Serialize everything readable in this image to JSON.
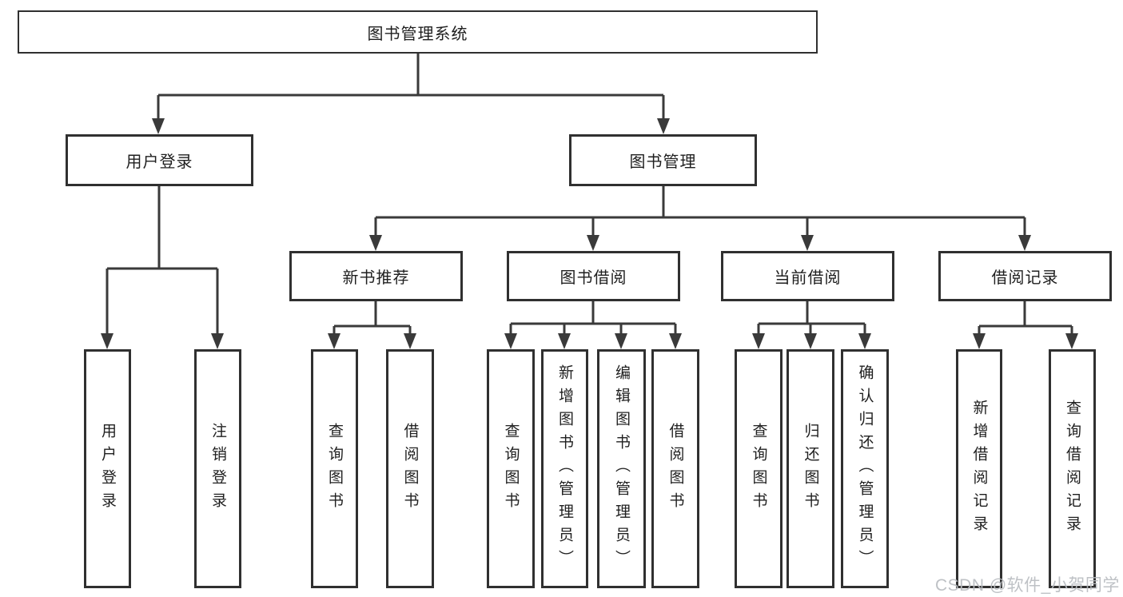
{
  "diagram": {
    "root": {
      "label": "图书管理系统"
    },
    "branches": [
      {
        "label": "用户登录",
        "children": [
          {
            "label": "用户登录"
          },
          {
            "label": "注销登录"
          }
        ]
      },
      {
        "label": "图书管理",
        "children": [
          {
            "label": "新书推荐",
            "children": [
              {
                "label": "查询图书"
              },
              {
                "label": "借阅图书"
              }
            ]
          },
          {
            "label": "图书借阅",
            "children": [
              {
                "label": "查询图书"
              },
              {
                "label": "新增图书（管理员）"
              },
              {
                "label": "编辑图书（管理员）"
              },
              {
                "label": "借阅图书"
              }
            ]
          },
          {
            "label": "当前借阅",
            "children": [
              {
                "label": "查询图书"
              },
              {
                "label": "归还图书"
              },
              {
                "label": "确认归还（管理员）"
              }
            ]
          },
          {
            "label": "借阅记录",
            "children": [
              {
                "label": "新增借阅记录"
              },
              {
                "label": "查询借阅记录"
              }
            ]
          }
        ]
      }
    ]
  },
  "watermark": {
    "text": "CSDN @软件_小贺同学"
  },
  "colors": {
    "line": "#3a3a3a",
    "border": "#303030",
    "text": "#1f1f1f",
    "watermark": "#b7bbbf",
    "background": "#ffffff"
  }
}
